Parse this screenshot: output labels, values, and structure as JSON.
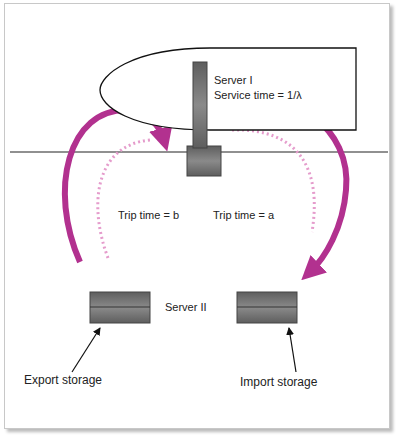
{
  "diagram": {
    "nodes": [
      {
        "text": [
          "Server I",
          "Service time = 1/λ"
        ]
      }
    ],
    "labels": [
      "Trip time = b",
      "Trip time = a",
      "Server II",
      "Export storage",
      "Import storage"
    ]
  }
}
